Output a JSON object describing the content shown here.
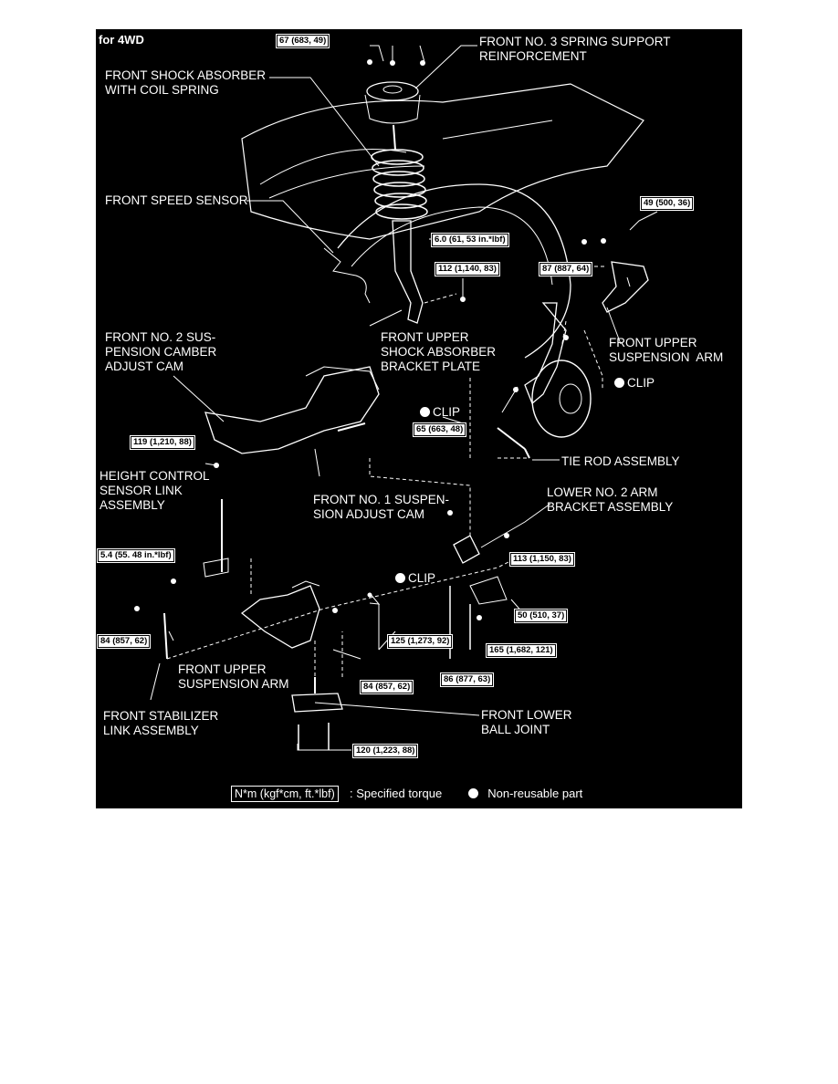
{
  "title": "for 4WD",
  "labels": {
    "spring_support": "FRONT NO. 3 SPRING SUPPORT\nREINFORCEMENT",
    "shock_absorber": "FRONT SHOCK ABSORBER\nWITH COIL SPRING",
    "speed_sensor": "FRONT SPEED SENSOR",
    "upper_shock_bracket": "FRONT UPPER\nSHOCK ABSORBER\nBRACKET PLATE",
    "camber_cam": "FRONT NO. 2 SUS-\nPENSION CAMBER\nADJUST CAM",
    "upper_arm_right": "FRONT UPPER\nSUSPENSION  ARM",
    "clip_right": "CLIP",
    "clip_left": "CLIP",
    "clip_lower": "CLIP",
    "tie_rod": "TIE ROD ASSEMBLY",
    "height_control": "HEIGHT CONTROL\nSENSOR LINK\nASSEMBLY",
    "adjust_cam": "FRONT NO. 1 SUSPEN-\nSION ADJUST CAM",
    "lower_arm_bracket": "LOWER NO. 2 ARM\nBRACKET ASSEMBLY",
    "upper_arm_lower": "FRONT UPPER\nSUSPENSION ARM",
    "stabilizer_link": "FRONT STABILIZER\nLINK ASSEMBLY",
    "lower_ball_joint": "FRONT LOWER\nBALL JOINT"
  },
  "torques": {
    "t67": "67 (683, 49)",
    "t49": "49 (500, 36)",
    "t6_0": "6.0 (61, 53 in.*lbf)",
    "t112": "112 (1,140, 83)",
    "t87": "87 (887, 64)",
    "t65": "65 (663, 48)",
    "t119": "119 (1,210, 88)",
    "t5_4": "5.4 (55. 48 in.*lbf)",
    "t113": "113 (1,150, 83)",
    "t50": "50 (510, 37)",
    "t84a": "84 (857, 62)",
    "t125": "125 (1,273, 92)",
    "t165": "165 (1,682, 121)",
    "t86": "86 (877, 63)",
    "t84b": "84 (857, 62)",
    "t120": "120 (1,223, 88)"
  },
  "legend": {
    "torque_box": "N*m (kgf*cm, ft.*lbf)",
    "torque_text": ": Specified torque",
    "non_reusable": "Non-reusable part"
  }
}
